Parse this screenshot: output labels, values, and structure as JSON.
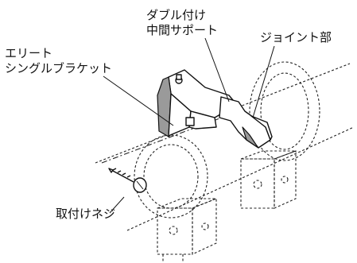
{
  "labels": {
    "single_bracket": [
      "エリート",
      "シングルブラケット"
    ],
    "middle_support": [
      "ダブル付け",
      "中間サポート"
    ],
    "joint": "ジョイント部",
    "screw": "取付けネジ"
  }
}
